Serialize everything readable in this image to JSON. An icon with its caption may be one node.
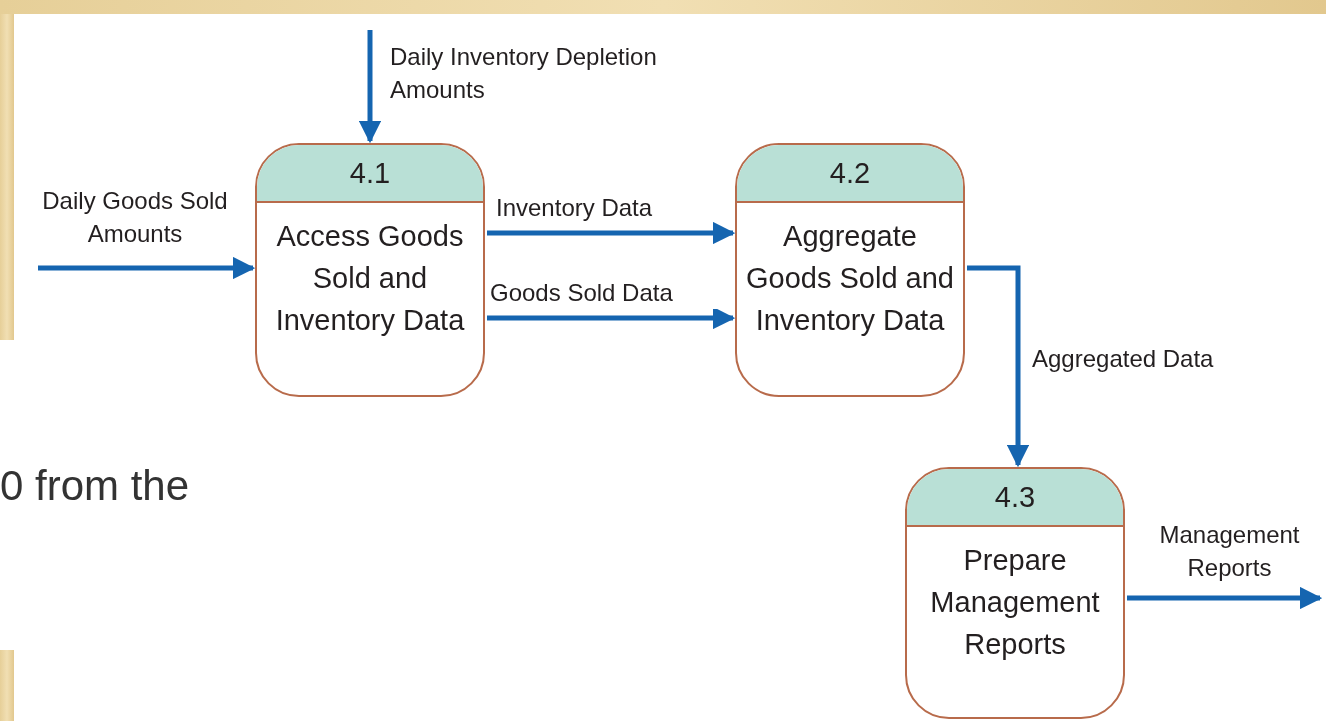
{
  "diagram": {
    "nodes": [
      {
        "text": [
          "4.1",
          "Access Goods Sold and Inventory Data"
        ]
      },
      {
        "text": [
          "4.2",
          "Aggregate Goods Sold and Inventory Data"
        ]
      },
      {
        "text": [
          "4.3",
          "Prepare Management Reports"
        ]
      }
    ],
    "edges": [
      {
        "from": null,
        "to": 0,
        "arrow": "to",
        "label": "Daily Inventory Depletion Amounts"
      },
      {
        "from": null,
        "to": 0,
        "arrow": "to",
        "label": "Daily Goods Sold Amounts"
      },
      {
        "from": 0,
        "to": 1,
        "arrow": "to",
        "label": "Inventory Data"
      },
      {
        "from": 0,
        "to": 1,
        "arrow": "to",
        "label": "Goods Sold Data"
      },
      {
        "from": 1,
        "to": 2,
        "arrow": "to",
        "label": "Aggregated Data"
      },
      {
        "from": 2,
        "to": null,
        "arrow": "to",
        "label": "Management Reports"
      }
    ],
    "labels": [
      "0 from the"
    ]
  }
}
